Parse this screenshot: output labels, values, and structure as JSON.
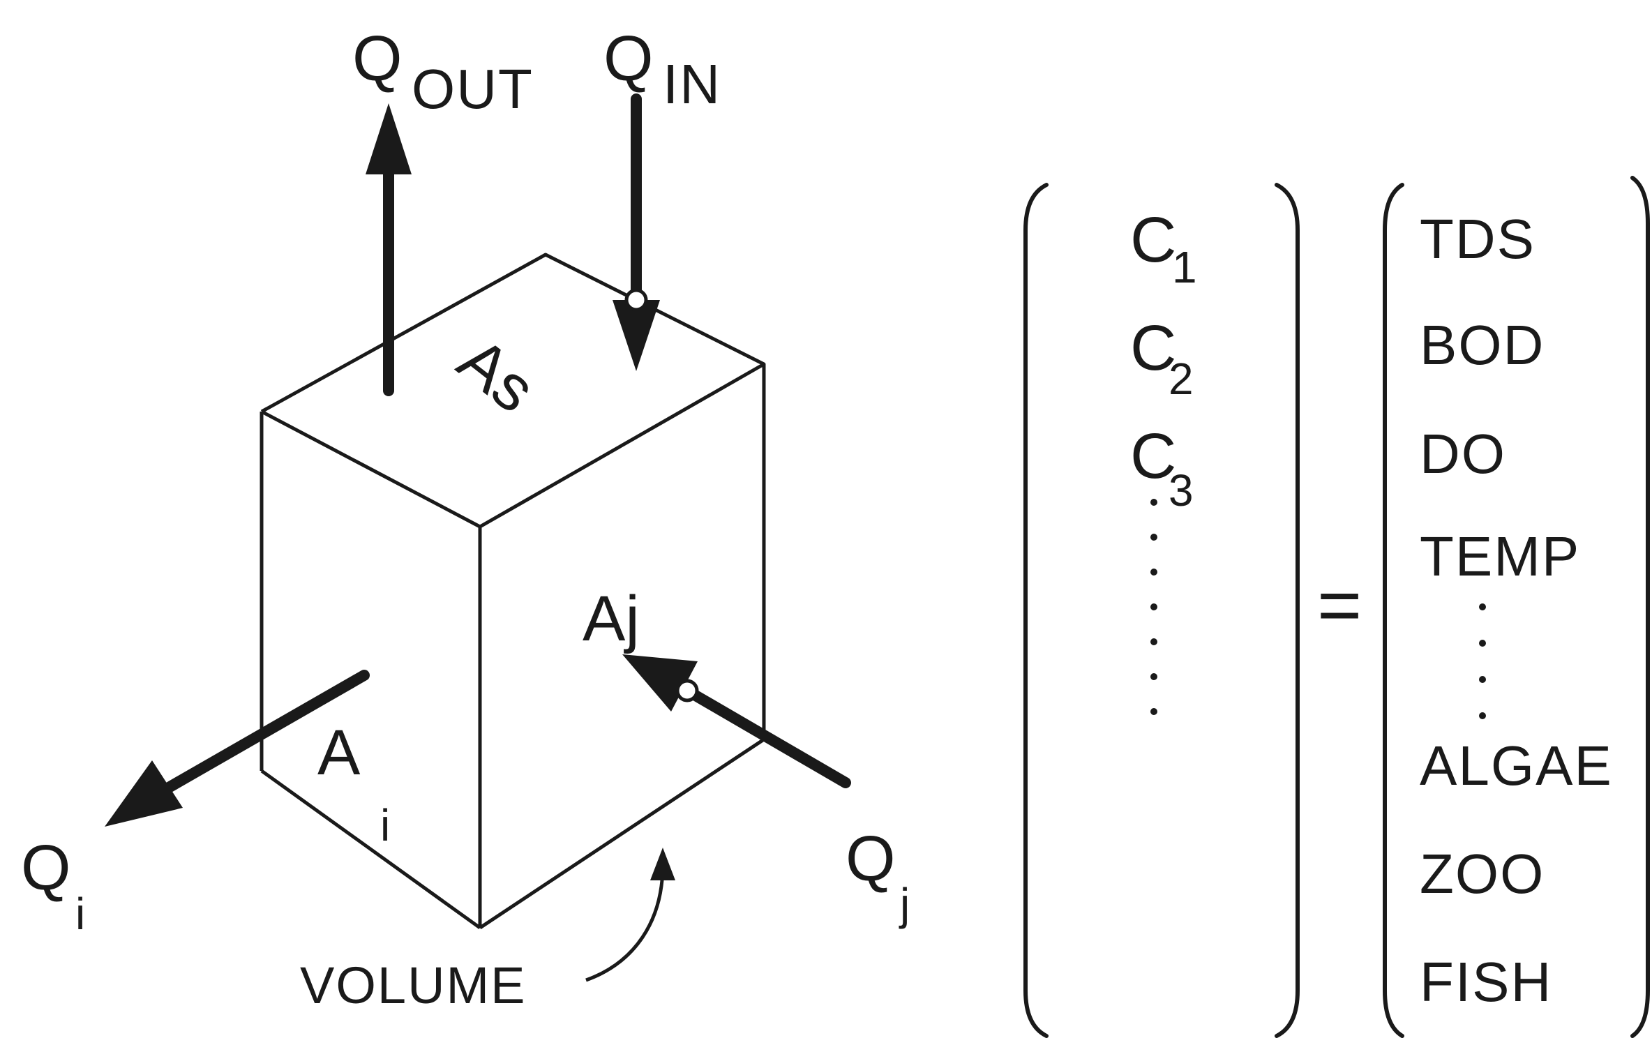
{
  "box": {
    "top_face_label": "As",
    "left_face_label": "A",
    "left_face_sub": "i",
    "right_face_label": "Aj",
    "volume_label": "VOLUME"
  },
  "flows": {
    "q_out": {
      "main": "Q",
      "sub": "OUT"
    },
    "q_in": {
      "main": "Q",
      "sub": "IN"
    },
    "q_i": {
      "main": "Q",
      "sub": "i"
    },
    "q_j": {
      "main": "Q",
      "sub": "j"
    }
  },
  "vector_left": [
    {
      "main": "C",
      "sub": "1"
    },
    {
      "main": "C",
      "sub": "2"
    },
    {
      "main": "C",
      "sub": "3"
    }
  ],
  "equals": "=",
  "vector_right": [
    "TDS",
    "BOD",
    "DO",
    "TEMP",
    "ALGAE",
    "ZOO",
    "FISH"
  ]
}
